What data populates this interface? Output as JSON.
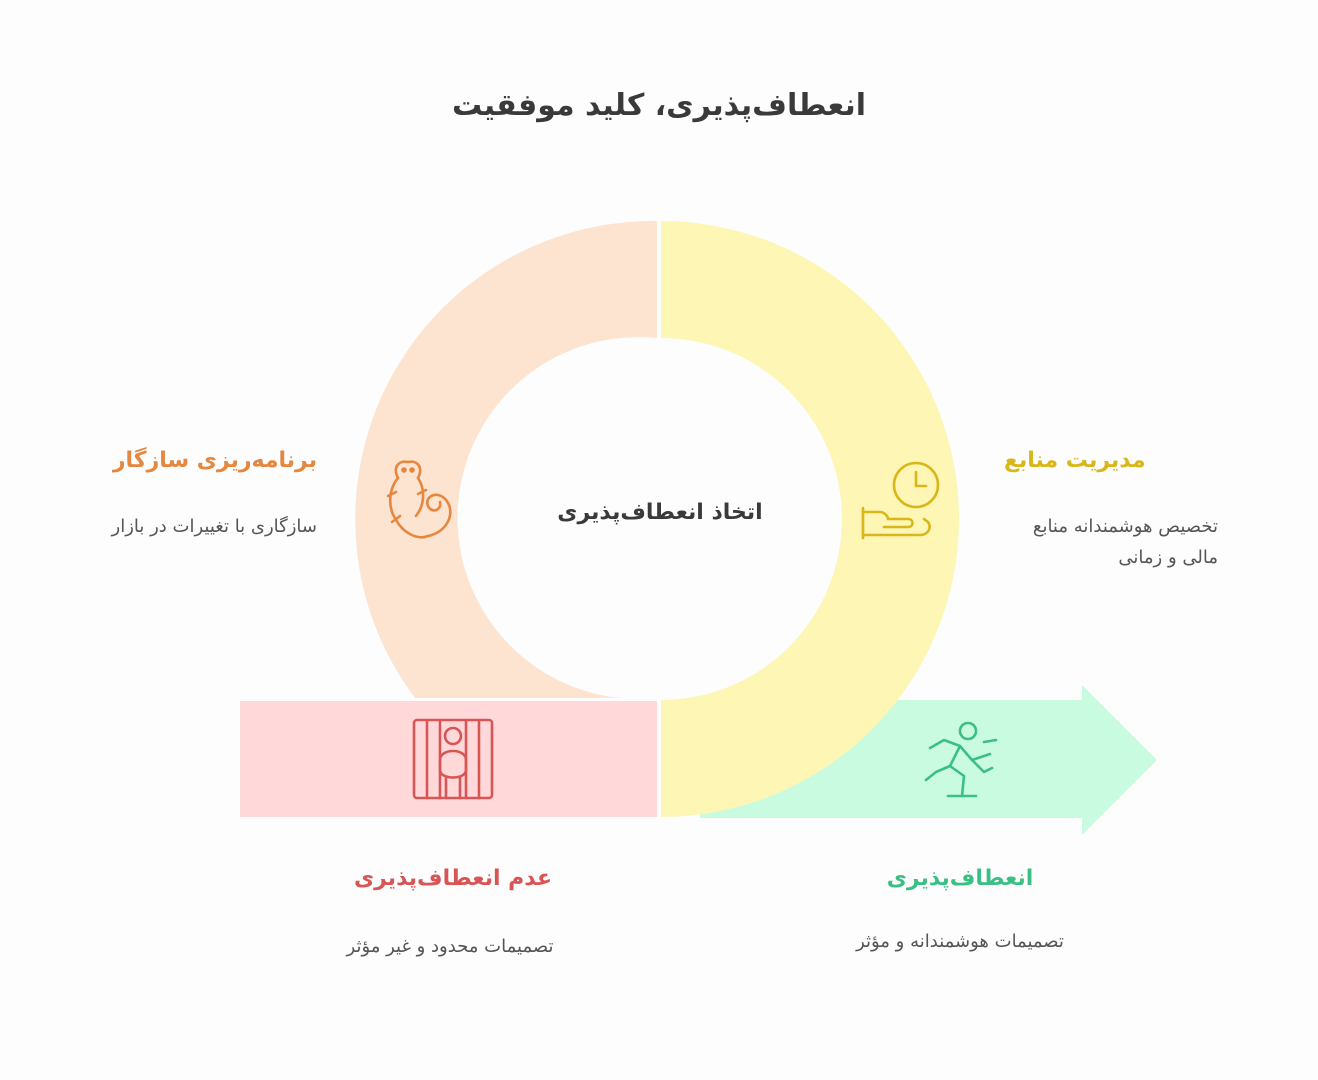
{
  "title": "انعطاف‌پذیری، کلید موفقیت",
  "center_label": "اتخاذ انعطاف‌پذیری",
  "sections": {
    "adaptive_planning": {
      "heading": "برنامه‌ریزی سازگار",
      "description": "سازگاری با تغییرات در بازار",
      "color": "#e5873e",
      "fill": "#fde4d0",
      "icon": "chameleon-icon"
    },
    "resource_management": {
      "heading": "مدیریت منابع",
      "description": "تخصیص هوشمندانه منابع مالی و زمانی",
      "color": "#d9b619",
      "fill": "#fdf6b4",
      "icon": "hand-clock-icon"
    },
    "inflexibility": {
      "heading": "عدم انعطاف‌پذیری",
      "description": "تصمیمات محدود و غیر مؤثر",
      "color": "#d95555",
      "fill": "#ffd9d9",
      "icon": "prisoner-icon"
    },
    "flexibility": {
      "heading": "انعطاف‌پذیری",
      "description": "تصمیمات هوشمندانه و مؤثر",
      "color": "#3cbf85",
      "fill": "#c9fbe1",
      "icon": "running-person-icon"
    }
  }
}
